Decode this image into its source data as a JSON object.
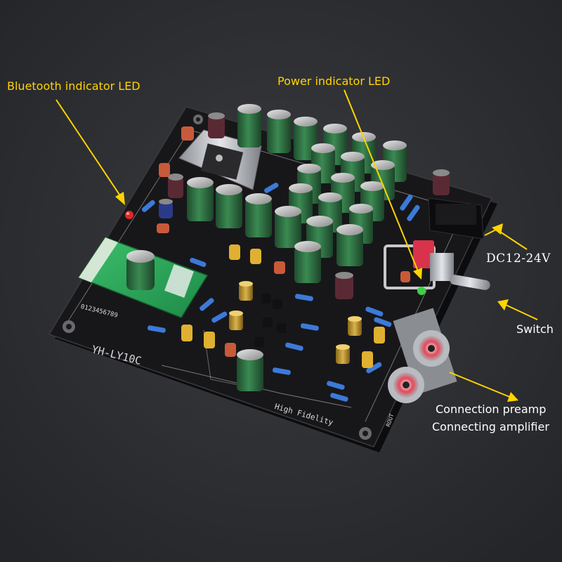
{
  "annotations": {
    "bluetooth_led": "Bluetooth indicator LED",
    "power_led": "Power indicator LED",
    "dc_input": "DC12-24V",
    "switch": "Switch",
    "preamp": "Connection preamp",
    "amplifier": "Connecting amplifier"
  },
  "board": {
    "model": "YH-LY10C",
    "tagline": "High Fidelity",
    "jack_label": "ROUT",
    "digits": "0123456789"
  },
  "colors": {
    "background": "#2c2d31",
    "pcb": "#17171a",
    "annotation": "#ffd400",
    "annotation_alt": "#ffffff",
    "capacitor": "#2f6f43",
    "bluetooth_module": "#2aa15a"
  }
}
